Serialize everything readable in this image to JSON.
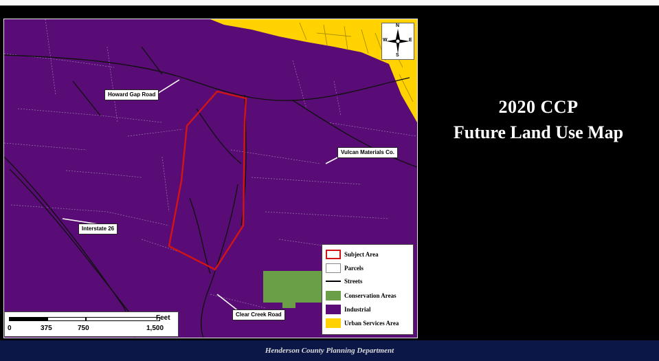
{
  "title": {
    "line1": "2020 CCP",
    "line2": "Future Land Use Map"
  },
  "footer": "Henderson County Planning Department",
  "map": {
    "labels": {
      "howard_gap_road": "Howard Gap Road",
      "vulcan_materials": "Vulcan Materials Co.",
      "interstate_26": "Interstate 26",
      "clear_creek_road": "Clear Creek Road"
    },
    "compass": {
      "n": "N",
      "s": "S",
      "e": "E",
      "w": "W"
    },
    "scale": {
      "unit": "Feet",
      "ticks": [
        "0",
        "375",
        "750",
        "1,500"
      ]
    },
    "legend": [
      {
        "label": "Subject Area",
        "swatch": "outline-red"
      },
      {
        "label": "Parcels",
        "swatch": "outline-gray"
      },
      {
        "label": "Streets",
        "swatch": "line"
      },
      {
        "label": "Conservation Areas",
        "swatch": "#6a9e47"
      },
      {
        "label": "Industrial",
        "swatch": "#5a0c76"
      },
      {
        "label": "Urban Services Area",
        "swatch": "#ffd200"
      }
    ],
    "colors": {
      "industrial": "#5a0c76",
      "urban_services": "#ffd200",
      "conservation": "#6a9e47",
      "subject_area": "#d21414"
    }
  }
}
